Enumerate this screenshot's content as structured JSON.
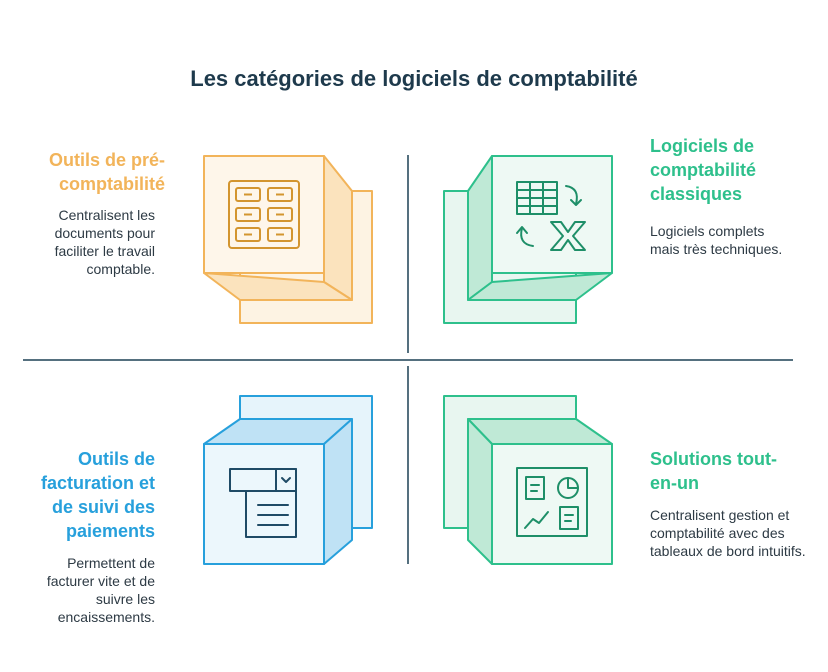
{
  "title": "Les catégories de logiciels de comptabilité",
  "colors": {
    "orange": "#f2b45a",
    "green": "#2ec08c",
    "blue": "#27a0dc",
    "divider": "#55707f",
    "title": "#1e3a4c"
  },
  "quadrants": [
    {
      "title": "Outils de pré-comptabilité",
      "description": "Centralisent les documents pour faciliter le travail comptable.",
      "icon": "document-grid-icon"
    },
    {
      "title": "Logiciels de comptabilité classiques",
      "description": "Logiciels complets mais très techniques.",
      "icon": "spreadsheet-excel-icon"
    },
    {
      "title": "Outils de facturation et de suivi des paiements",
      "description": "Permettent de facturer vite et de suivre les encaissements.",
      "icon": "invoice-icon"
    },
    {
      "title": "Solutions tout-en-un",
      "description": "Centralisent gestion et comptabilité avec des tableaux de bord intuitifs.",
      "icon": "dashboard-icon"
    }
  ]
}
